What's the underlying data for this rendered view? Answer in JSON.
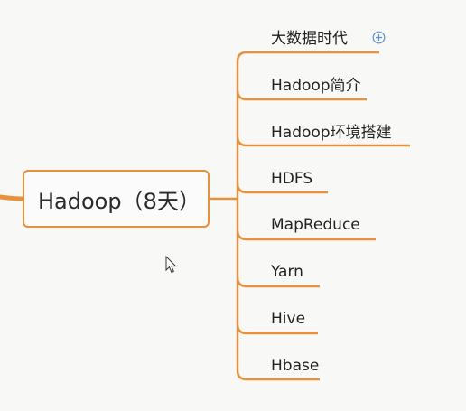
{
  "mindmap": {
    "root": {
      "label": "Hadoop（8天）"
    },
    "branches": [
      {
        "label": "大数据时代",
        "collapsed": true
      },
      {
        "label": "Hadoop简介"
      },
      {
        "label": "Hadoop环境搭建"
      },
      {
        "label": "HDFS"
      },
      {
        "label": "MapReduce"
      },
      {
        "label": "Yarn"
      },
      {
        "label": "Hive"
      },
      {
        "label": "Hbase"
      }
    ],
    "colors": {
      "connector": "#e8913a",
      "expand_icon": "#5a8fc7",
      "background": "#f8f8f7"
    },
    "icons": {
      "expand": "plus-circle-icon",
      "cursor": "mouse-pointer-icon"
    }
  }
}
